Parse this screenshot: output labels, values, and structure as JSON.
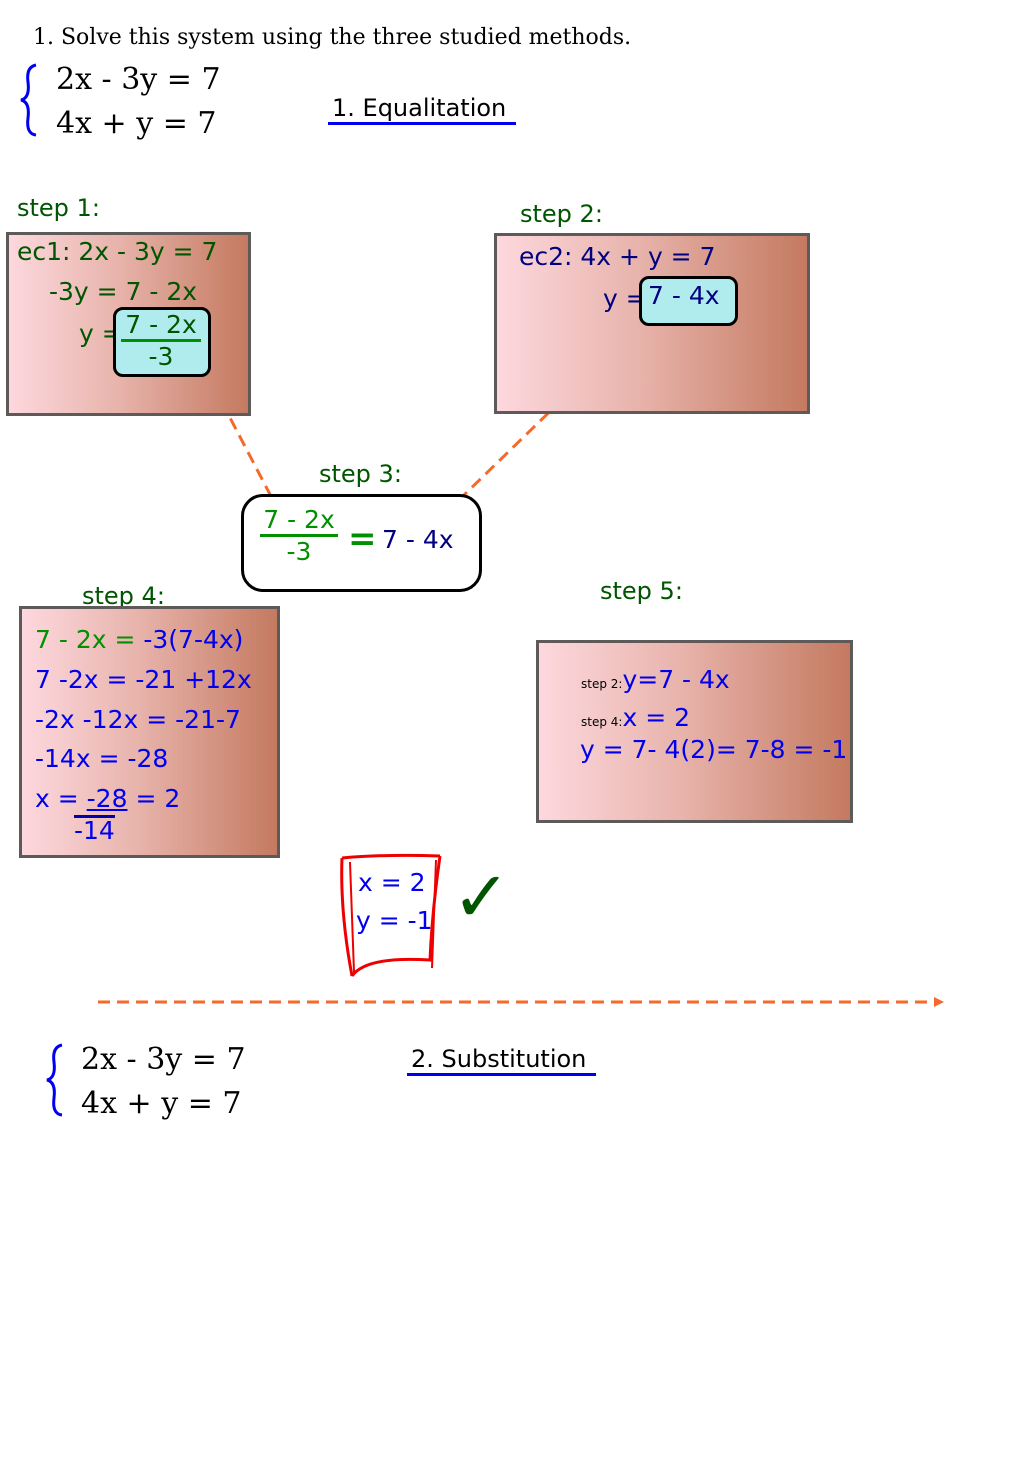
{
  "problem": {
    "title": "1. Solve this system using the three studied methods.",
    "eq1": "2x  - 3y = 7",
    "eq2": "4x  + y  = 7"
  },
  "method1": {
    "label": "1. Equalitation"
  },
  "step1": {
    "label": "step 1:",
    "line1": "ec1: 2x - 3y = 7",
    "line2": "-3y = 7 - 2x",
    "y_eq": "y =",
    "num": "7 - 2x",
    "den": "-3"
  },
  "step2": {
    "label": "step 2:",
    "line1": "ec2: 4x + y = 7",
    "y_eq": "y =",
    "expr": "7 - 4x"
  },
  "step3": {
    "label": "step 3:",
    "num": "7 - 2x",
    "den": "-3",
    "equals": "=",
    "rhs": "7 - 4x"
  },
  "step4": {
    "label": "step 4:",
    "line1a": "7 - 2x =",
    "line1b": "-3(7-4x)",
    "line2": "7 -2x = -21 +12x",
    "line3": "-2x -12x = -21-7",
    "line4": "-14x = -28",
    "line5a": "x =",
    "line5num": "-28",
    "line5b": "= 2",
    "line5den": "-14"
  },
  "step5": {
    "label": "step 5:",
    "ref2": "step 2:",
    "line1": "y=7 - 4x",
    "ref4": "step 4:",
    "line2": "x =  2",
    "line3": "y = 7- 4(2)= 7-8 = -1"
  },
  "answer": {
    "x": "x = 2",
    "y": "y = -1",
    "check": "✓"
  },
  "problem2": {
    "eq1": "2x  - 3y = 7",
    "eq2": "4x  + y  = 7"
  },
  "method2": {
    "label": "2. Substitution"
  }
}
